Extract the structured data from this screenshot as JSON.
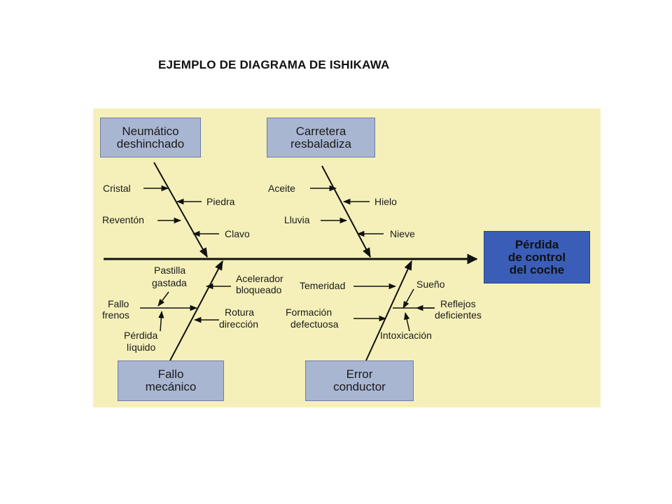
{
  "title": "EJEMPLO DE DIAGRAMA DE ISHIKAWA",
  "colors": {
    "panel_background": "#f5f0b9",
    "category_box": "#a9b6d2",
    "effect_box": "#3a5eb7",
    "lines": "#111111"
  },
  "effect": {
    "line1": "Pérdida",
    "line2": "de control",
    "line3": "del coche"
  },
  "categories": {
    "neumatico": {
      "line1": "Neumático",
      "line2": "deshinchado",
      "causes": {
        "cristal": "Cristal",
        "piedra": "Piedra",
        "reventon": "Reventón",
        "clavo": "Clavo"
      }
    },
    "carretera": {
      "line1": "Carretera",
      "line2": "resbaladiza",
      "causes": {
        "aceite": "Aceite",
        "hielo": "Hielo",
        "lluvia": "Lluvia",
        "nieve": "Nieve"
      }
    },
    "fallo_mecanico": {
      "line1": "Fallo",
      "line2": "mecánico",
      "causes": {
        "pastilla_1": "Pastilla",
        "pastilla_2": "gastada",
        "acelerador_1": "Acelerador",
        "acelerador_2": "bloqueado",
        "fallo_frenos_1": "Fallo",
        "fallo_frenos_2": "frenos",
        "rotura_1": "Rotura",
        "rotura_2": "dirección",
        "perdida_1": "Pérdida",
        "perdida_2": "líquido"
      }
    },
    "error_conductor": {
      "line1": "Error",
      "line2": "conductor",
      "causes": {
        "temeridad": "Temeridad",
        "sueno": "Sueño",
        "formacion_1": "Formación",
        "formacion_2": "defectuosa",
        "reflejos_1": "Reflejos",
        "reflejos_2": "deficientes",
        "intoxicacion": "Intoxicación"
      }
    }
  }
}
